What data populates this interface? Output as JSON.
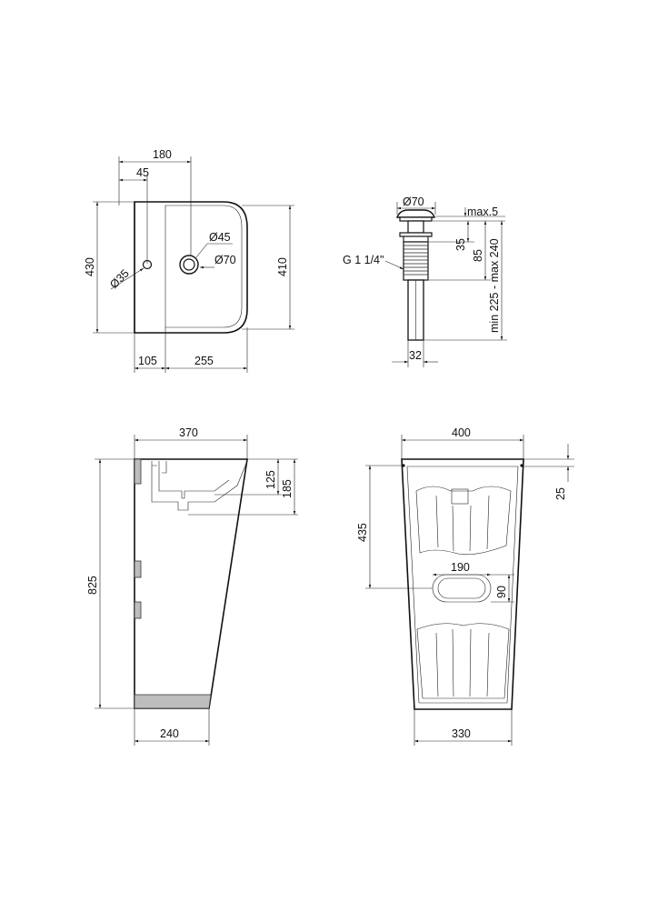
{
  "top_view": {
    "d180": "180",
    "d45": "45",
    "d430": "430",
    "d410": "410",
    "d105": "105",
    "d255": "255",
    "hole45": "Ø45",
    "hole70": "Ø70",
    "hole35": "Ø35"
  },
  "drain": {
    "dia70": "Ø70",
    "max5": "max.5",
    "d35": "35",
    "d85": "85",
    "range": "min 225 - max 240",
    "thread": "G 1 1/4\"",
    "d32": "32"
  },
  "side_view": {
    "d370": "370",
    "d125": "125",
    "d185": "185",
    "d825": "825",
    "d240": "240"
  },
  "front_view": {
    "d400": "400",
    "d25": "25",
    "d435": "435",
    "d190": "190",
    "d90": "90",
    "d330": "330"
  }
}
